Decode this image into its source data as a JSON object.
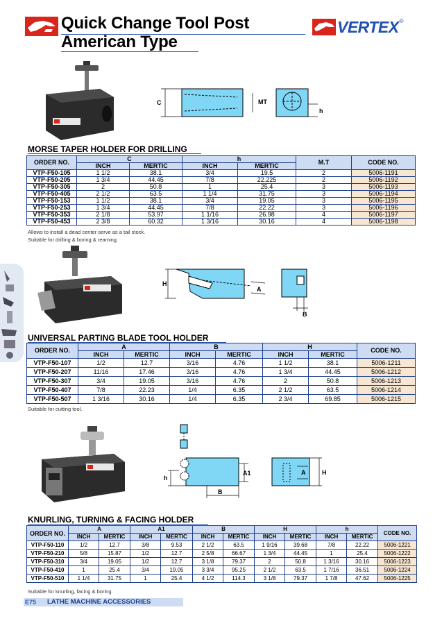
{
  "header": {
    "title_line1": "Quick Change Tool Post",
    "title_line2": "American Type",
    "brand": "VERTEX",
    "brand_mark": "®"
  },
  "sections": [
    {
      "title": "MORSE TAPER HOLDER FOR DRILLING",
      "headers": {
        "order": "ORDER NO.",
        "groups": [
          {
            "label": "C",
            "subs": [
              "INCH",
              "MERTIC"
            ]
          },
          {
            "label": "h",
            "subs": [
              "INCH",
              "MERTIC"
            ]
          }
        ],
        "extra": "M.T",
        "code": "CODE NO."
      },
      "rows": [
        [
          "VTP-F50-105",
          "1 1/2",
          "38.1",
          "3/4",
          "19.5",
          "2",
          "5006-1191"
        ],
        [
          "VTP-F50-205",
          "1 3/4",
          "44.45",
          "7/8",
          "22.225",
          "2",
          "5006-1192"
        ],
        [
          "VTP-F50-305",
          "2",
          "50.8",
          "1",
          "25.4",
          "3",
          "5006-1193"
        ],
        [
          "VTP-F50-405",
          "2 1/2",
          "63.5",
          "1 1/4",
          "31.75",
          "3",
          "5006-1194"
        ],
        [
          "VTP-F50-153",
          "1 1/2",
          "38.1",
          "3/4",
          "19.05",
          "3",
          "5006-1195"
        ],
        [
          "VTP-F50-253",
          "1 3/4",
          "44.45",
          "7/8",
          "22.22",
          "3",
          "5006-1196"
        ],
        [
          "VTP-F50-353",
          "2 1/8",
          "53.97",
          "1 1/16",
          "26.98",
          "4",
          "5006-1197"
        ],
        [
          "VTP-F50-453",
          "2 3/8",
          "60.32",
          "1 3/16",
          "30.16",
          "4",
          "5006-1198"
        ]
      ],
      "notes": [
        "Allows to install a dead center serve as a tail stock.",
        "Suitable for drilling & boring & reaming."
      ],
      "dims": [
        "C",
        "MT",
        "h"
      ]
    },
    {
      "title": "UNIVERSAL PARTING BLADE TOOL HOLDER",
      "headers": {
        "order": "ORDER NO.",
        "groups": [
          {
            "label": "A",
            "subs": [
              "INCH",
              "MERTIC"
            ]
          },
          {
            "label": "B",
            "subs": [
              "INCH",
              "MERTIC"
            ]
          },
          {
            "label": "H",
            "subs": [
              "INCH",
              "MERTIC"
            ]
          }
        ],
        "code": "CODE NO."
      },
      "rows": [
        [
          "VTP-F50-107",
          "1/2",
          "12.7",
          "3/16",
          "4.76",
          "1 1/2",
          "38.1",
          "5006-1211"
        ],
        [
          "VTP-F50-207",
          "11/16",
          "17.46",
          "3/16",
          "4.76",
          "1 3/4",
          "44.45",
          "5006-1212"
        ],
        [
          "VTP-F50-307",
          "3/4",
          "19.05",
          "3/16",
          "4.76",
          "2",
          "50.8",
          "5006-1213"
        ],
        [
          "VTP-F50-407",
          "7/8",
          "22.23",
          "1/4",
          "6.35",
          "2 1/2",
          "63.5",
          "5006-1214"
        ],
        [
          "VTP-F50-507",
          "1 3/16",
          "30.16",
          "1/4",
          "6.35",
          "2 3/4",
          "69.85",
          "5006-1215"
        ]
      ],
      "notes": [
        "Suitable for cutting tool."
      ],
      "dims": [
        "H",
        "A",
        "B"
      ]
    },
    {
      "title": "KNURLING, TURNING & FACING HOLDER",
      "headers": {
        "order": "ORDER NO.",
        "groups": [
          {
            "label": "A",
            "subs": [
              "INCH",
              "MERTIC"
            ]
          },
          {
            "label": "A1",
            "subs": [
              "INCH",
              "MERTIC"
            ]
          },
          {
            "label": "B",
            "subs": [
              "INCH",
              "MERTIC"
            ]
          },
          {
            "label": "H",
            "subs": [
              "INCH",
              "MERTIC"
            ]
          },
          {
            "label": "h",
            "subs": [
              "INCH",
              "MERTIC"
            ]
          }
        ],
        "code": "CODE NO."
      },
      "rows": [
        [
          "VTP-F50-110",
          "1/2",
          "12.7",
          "3/8",
          "9.53",
          "2 1/2",
          "63.5",
          "1 9/16",
          "39.68",
          "7/8",
          "22.22",
          "5006-1221"
        ],
        [
          "VTP-F50-210",
          "5/8",
          "15.87",
          "1/2",
          "12.7",
          "2 5/8",
          "66.67",
          "1 3/4",
          "44.45",
          "1",
          "25.4",
          "5006-1222"
        ],
        [
          "VTP-F50-310",
          "3/4",
          "19.05",
          "1/2",
          "12.7",
          "3 1/8",
          "79.37",
          "2",
          "50.8",
          "1 3/16",
          "30.16",
          "5006-1223"
        ],
        [
          "VTP-F50-410",
          "1",
          "25.4",
          "3/4",
          "19.05",
          "3 3/4",
          "95.25",
          "2 1/2",
          "63.5",
          "1 7/16",
          "36.51",
          "5006-1224"
        ],
        [
          "VTP-F50-510",
          "1 1/4",
          "31.75",
          "1",
          "25.4",
          "4 1/2",
          "114.3",
          "3 1/8",
          "79.37",
          "1 7/8",
          "47.62",
          "5006-1225"
        ]
      ],
      "notes": [
        "Suitable for knurling, facing & boring."
      ],
      "dims": [
        "A1",
        "A",
        "H",
        "h",
        "B"
      ]
    }
  ],
  "footer": {
    "page": "E75",
    "text": "LATHE MACHINE ACCESSORIES"
  },
  "colors": {
    "brand_red": "#d9261c",
    "brand_blue": "#2050b0",
    "rule_blue": "#2b57a8",
    "header_fill": "#cddcf3",
    "code_fill": "#f6e6d2",
    "drawing_fill": "#7fd6f5"
  },
  "icons": [
    "eagle-logo-icon",
    "vertex-mark-icon",
    "lathe-tools-tab-icon"
  ]
}
